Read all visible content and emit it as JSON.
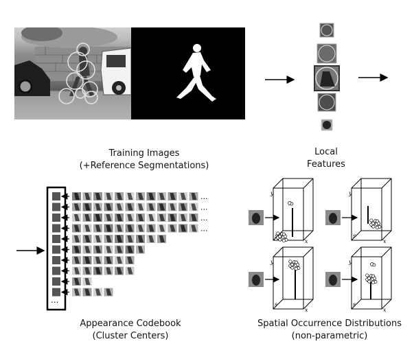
{
  "panels": {
    "training": {
      "line1": "Training Images",
      "line2": "(+Reference Segmentations)"
    },
    "features": {
      "line1": "Local",
      "line2": "Features"
    },
    "codebook": {
      "line1": "Appearance Codebook",
      "line2": "(Cluster Centers)",
      "ellipsis": "..."
    },
    "spatial": {
      "line1": "Spatial Occurrence Distributions",
      "line2": "(non-parametric)",
      "axis_y": "y",
      "axis_s": "s",
      "axis_x": "x"
    }
  },
  "codebook_rows": [
    12,
    12,
    12,
    12,
    9,
    7,
    6,
    6,
    2,
    4,
    0
  ],
  "codebook_trailing_dots": [
    true,
    true,
    true,
    true,
    false,
    false,
    false,
    false,
    false,
    false,
    false
  ]
}
